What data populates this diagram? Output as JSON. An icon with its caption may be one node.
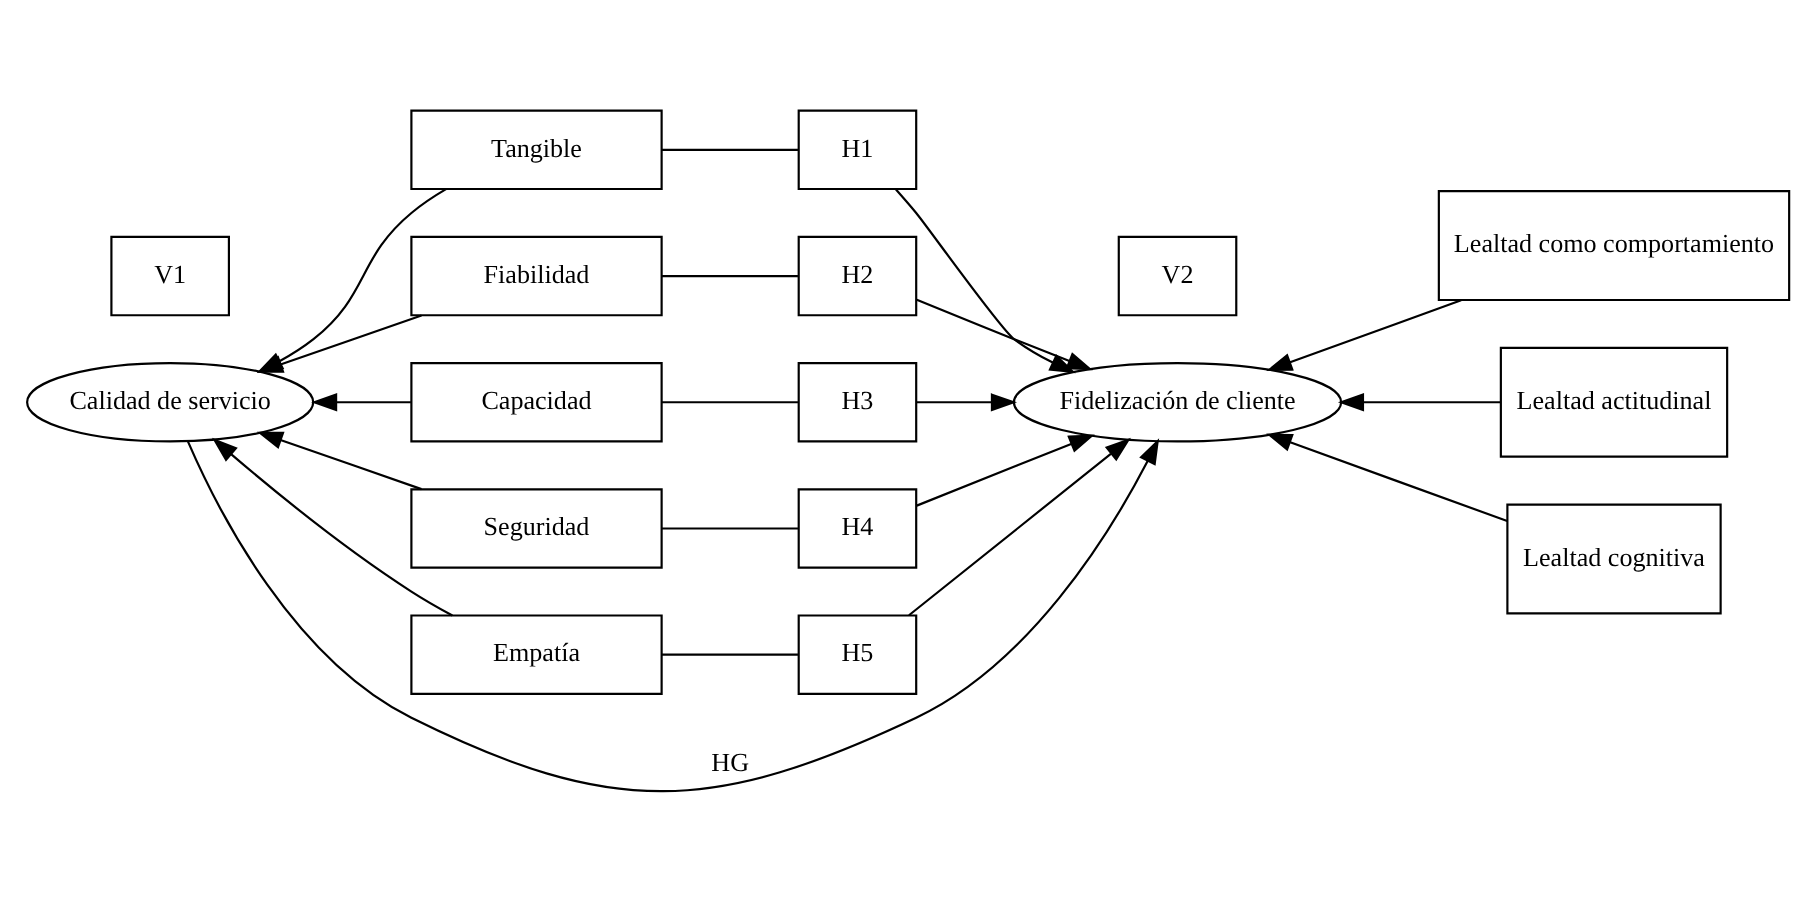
{
  "diagram": {
    "nodes": [
      {
        "text": [
          "Calidad de servicio"
        ]
      },
      {
        "text": [
          "Tangible"
        ]
      },
      {
        "text": [
          "Fiabilidad"
        ]
      },
      {
        "text": [
          "Capacidad"
        ]
      },
      {
        "text": [
          "Seguridad"
        ]
      },
      {
        "text": [
          "Empatía"
        ]
      },
      {
        "text": [
          "H1"
        ]
      },
      {
        "text": [
          "H2"
        ]
      },
      {
        "text": [
          "H3"
        ]
      },
      {
        "text": [
          "H4"
        ]
      },
      {
        "text": [
          "H5"
        ]
      },
      {
        "text": [
          "Fidelización de cliente"
        ]
      },
      {
        "text": [
          "Lealtad como comportamiento"
        ]
      },
      {
        "text": [
          "Lealtad actitudinal"
        ]
      },
      {
        "text": [
          "Lealtad cognitiva"
        ]
      },
      {
        "text": [
          "V1"
        ]
      },
      {
        "text": [
          "V2"
        ]
      }
    ],
    "edges": [
      {
        "from": 0,
        "to": 11,
        "arrow": "to",
        "label": "HG"
      },
      {
        "from": 1,
        "to": 0,
        "arrow": "to"
      },
      {
        "from": 2,
        "to": 0,
        "arrow": "to"
      },
      {
        "from": 3,
        "to": 0,
        "arrow": "to"
      },
      {
        "from": 4,
        "to": 0,
        "arrow": "to"
      },
      {
        "from": 5,
        "to": 0,
        "arrow": "to"
      },
      {
        "from": 1,
        "to": 6,
        "arrow": "none"
      },
      {
        "from": 6,
        "to": 11,
        "arrow": "to"
      },
      {
        "from": 2,
        "to": 7,
        "arrow": "none"
      },
      {
        "from": 7,
        "to": 11,
        "arrow": "to"
      },
      {
        "from": 3,
        "to": 8,
        "arrow": "none"
      },
      {
        "from": 8,
        "to": 11,
        "arrow": "to"
      },
      {
        "from": 4,
        "to": 9,
        "arrow": "none"
      },
      {
        "from": 9,
        "to": 11,
        "arrow": "to"
      },
      {
        "from": 5,
        "to": 10,
        "arrow": "none"
      },
      {
        "from": 10,
        "to": 11,
        "arrow": "to"
      },
      {
        "from": 12,
        "to": 11,
        "arrow": "to"
      },
      {
        "from": 13,
        "to": 11,
        "arrow": "to"
      },
      {
        "from": 14,
        "to": 11,
        "arrow": "to"
      }
    ]
  }
}
